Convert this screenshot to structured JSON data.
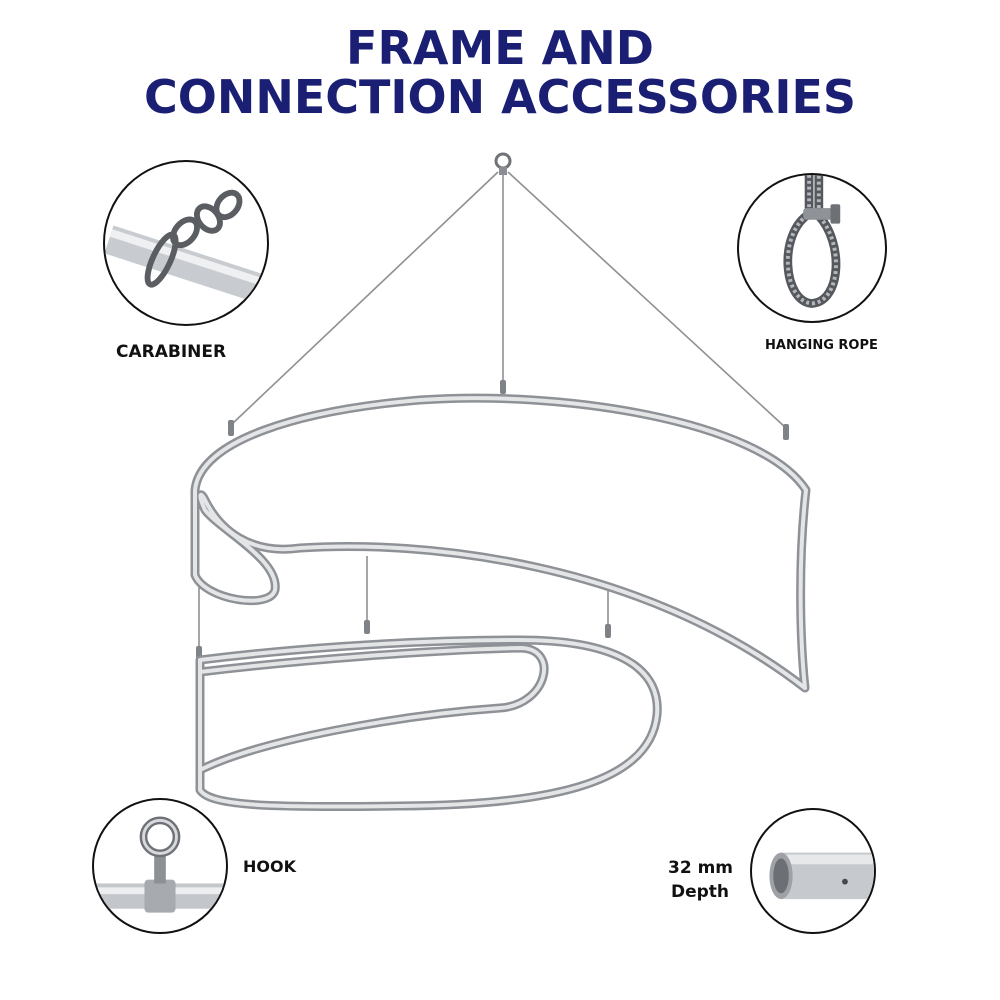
{
  "title": {
    "line1": "FRAME AND",
    "line2": "CONNECTION ACCESSORIES"
  },
  "accessories": {
    "carabiner": {
      "label": "CARABINER",
      "icon": "carabiner-icon"
    },
    "hanging_rope": {
      "label": "HANGING ROPE",
      "icon": "rope-loop-icon"
    },
    "hook": {
      "label": "HOOK",
      "icon": "eye-hook-icon"
    },
    "tube": {
      "label_line1": "32 mm",
      "label_line2": "Depth",
      "icon": "tube-end-icon"
    }
  },
  "colors": {
    "title": "#1a1f73",
    "label": "#111111",
    "metal": "#b9bcc0",
    "metal_dark": "#7d8085",
    "background": "#ffffff"
  }
}
